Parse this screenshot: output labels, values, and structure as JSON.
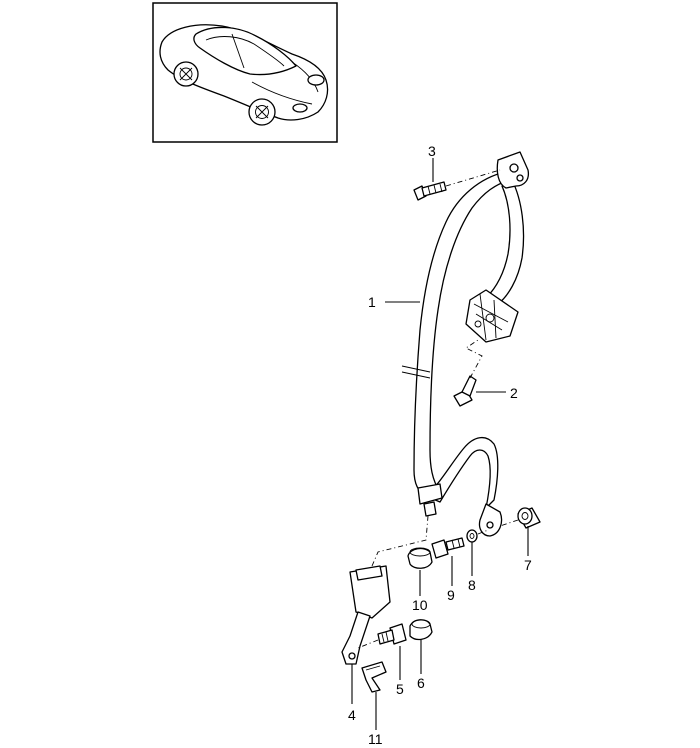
{
  "callouts": [
    {
      "id": "1",
      "text": "1"
    },
    {
      "id": "2",
      "text": "2"
    },
    {
      "id": "3",
      "text": "3"
    },
    {
      "id": "4",
      "text": "4"
    },
    {
      "id": "5",
      "text": "5"
    },
    {
      "id": "6",
      "text": "6"
    },
    {
      "id": "7",
      "text": "7"
    },
    {
      "id": "8",
      "text": "8"
    },
    {
      "id": "9",
      "text": "9"
    },
    {
      "id": "10",
      "text": "10"
    },
    {
      "id": "11",
      "text": "11"
    }
  ],
  "thumbnail": {
    "subject": "car-coupe-illustration"
  },
  "colors": {
    "line": "#000000",
    "background": "#ffffff"
  }
}
